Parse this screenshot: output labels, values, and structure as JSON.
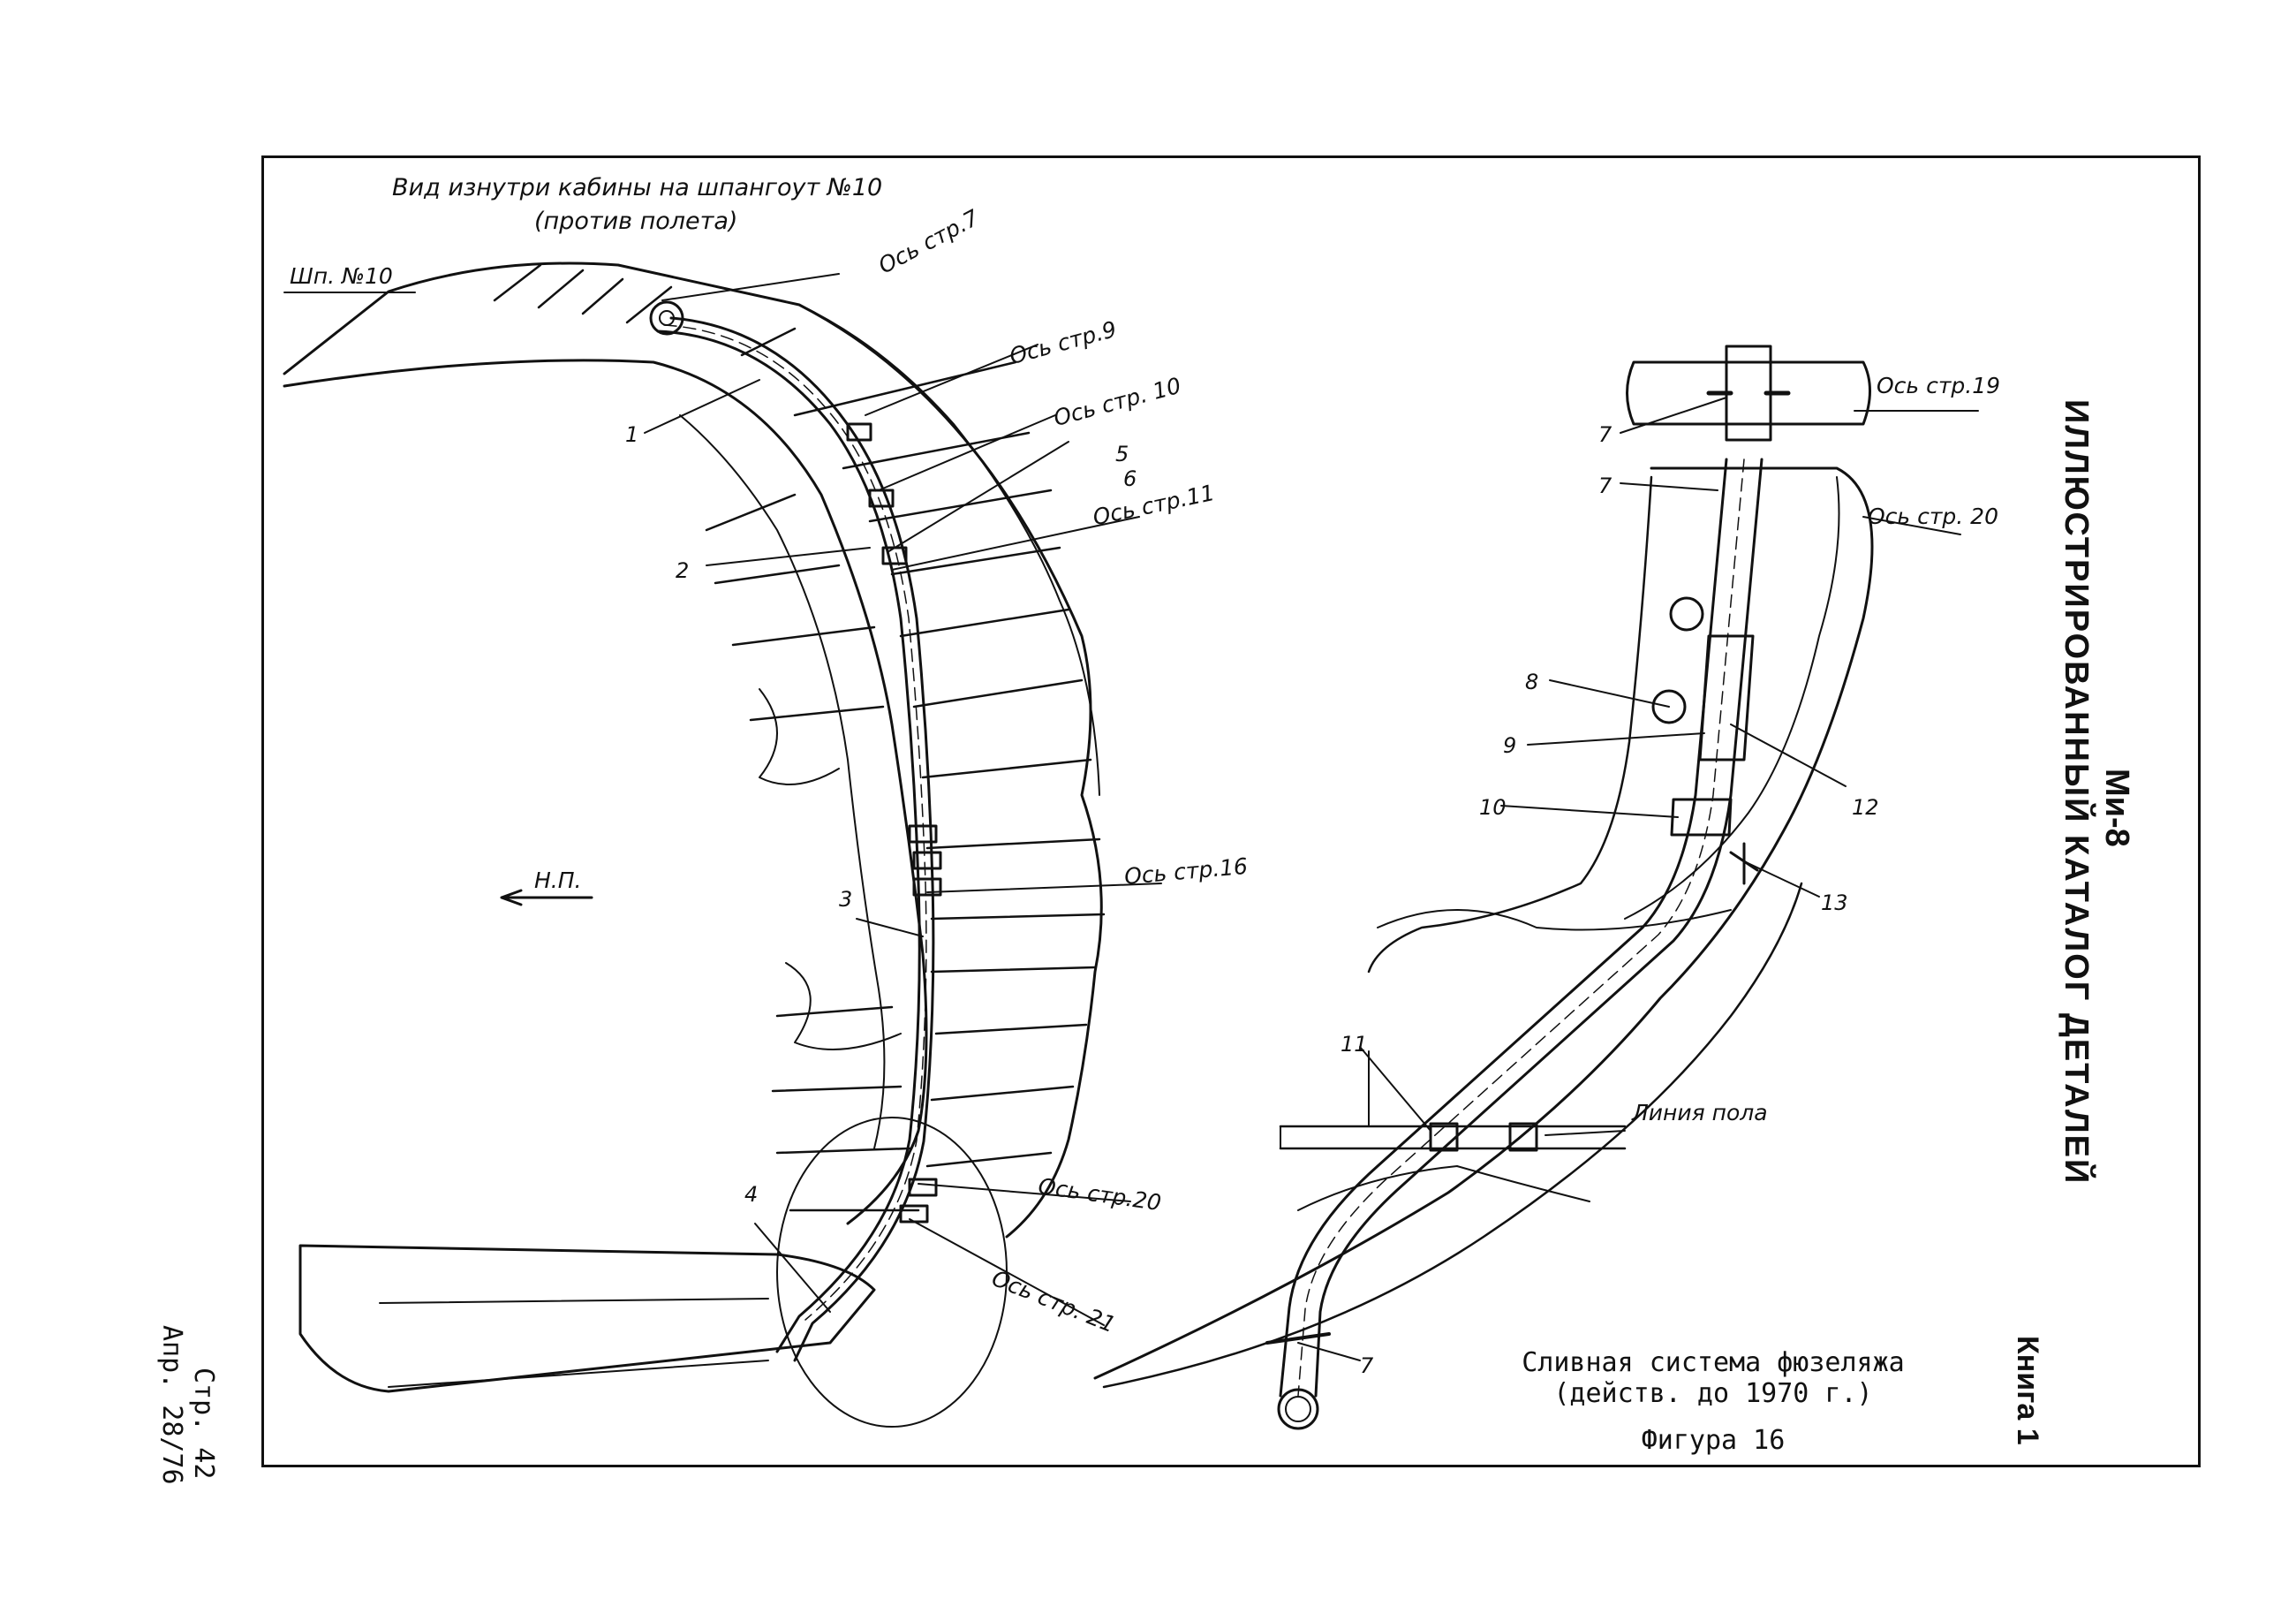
{
  "view_title": "Вид изнутри кабины на шпангоут №10",
  "view_subtitle": "(против полета)",
  "labels": {
    "frame10": "Шп. №10",
    "os7": "Ось стр.7",
    "os9": "Ось стр.9",
    "os10": "Ось стр. 10",
    "os11": "Ось стр.11",
    "os16": "Ось стр.16",
    "os20_left": "Ось стр.20",
    "os21": "Ось стр. 21",
    "os19": "Ось стр.19",
    "os20_right": "Ось стр. 20",
    "floor": "Линия пола",
    "np": "Н.П."
  },
  "callouts": {
    "c1": "1",
    "c2": "2",
    "c3": "3",
    "c4": "4",
    "c5": "5",
    "c6": "6",
    "c7a": "7",
    "c7b": "7",
    "c7c": "7",
    "c8": "8",
    "c9": "9",
    "c10": "10",
    "c11": "11",
    "c12": "12",
    "c13": "13"
  },
  "caption": {
    "line1": "Сливная система фюзеляжа",
    "line2": "(действ. до 1970 г.)",
    "line3": "Фигура 16"
  },
  "side": {
    "model": "Ми-8",
    "catalog": "ИЛЛЮСТРИРОВАННЫЙ КАТАЛОГ ДЕТАЛЕЙ",
    "book": "Книга 1"
  },
  "page_info": {
    "page": "Стр. 42",
    "revision": "Апр. 28/76"
  }
}
